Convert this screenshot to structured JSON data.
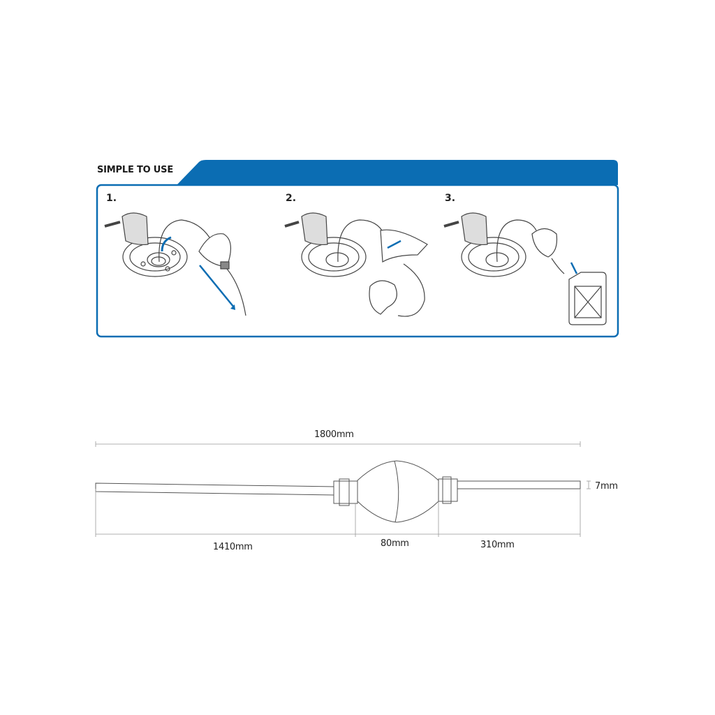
{
  "section_title": "SIMPLE TO USE",
  "steps": [
    {
      "number": "1."
    },
    {
      "number": "2."
    },
    {
      "number": "3."
    }
  ],
  "dimensions": {
    "total_length": "1800mm",
    "tube_diameter": "7mm",
    "long_tube": "1410mm",
    "bulb": "80mm",
    "short_tube": "310mm"
  },
  "colors": {
    "accent": "#0b6db3",
    "line": "#555555"
  }
}
